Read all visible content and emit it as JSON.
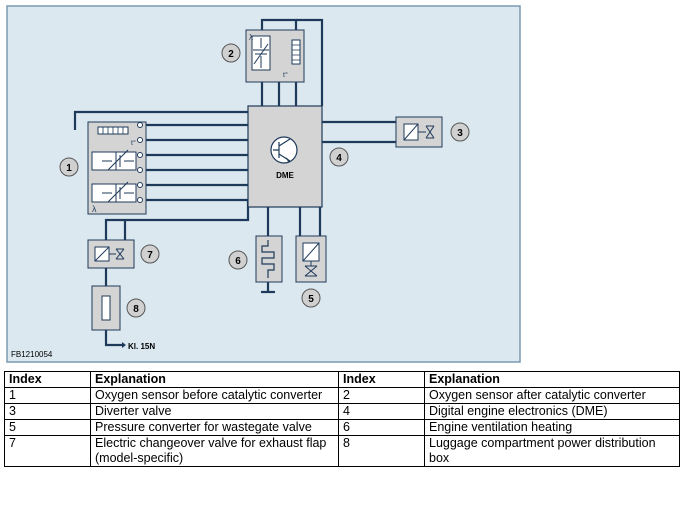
{
  "figure": {
    "code": "FB1210054",
    "dme_label": "DME",
    "terminal_label": "Kl. 15N",
    "lambda_symbol": "λ",
    "temp_symbol": "t°",
    "callouts": [
      "1",
      "2",
      "3",
      "4",
      "5",
      "6",
      "7",
      "8"
    ],
    "colors": {
      "background": "#dce8f0",
      "frame": "#7a9ab0",
      "module_fill": "#d4d4d4",
      "wire": "#1e3a5a",
      "callout_fill": "#d0d0d0"
    }
  },
  "table": {
    "headers": [
      "Index",
      "Explanation",
      "Index",
      "Explanation"
    ],
    "rows": [
      [
        "1",
        "Oxygen sensor before catalytic converter",
        "2",
        "Oxygen sensor after catalytic converter"
      ],
      [
        "3",
        "Diverter valve",
        "4",
        "Digital engine electronics (DME)"
      ],
      [
        "5",
        "Pressure converter for wastegate valve",
        "6",
        "Engine ventilation heating"
      ],
      [
        "7",
        "Electric changeover valve for exhaust flap (model-specific)",
        "8",
        "Luggage compartment power distribution box"
      ]
    ]
  }
}
